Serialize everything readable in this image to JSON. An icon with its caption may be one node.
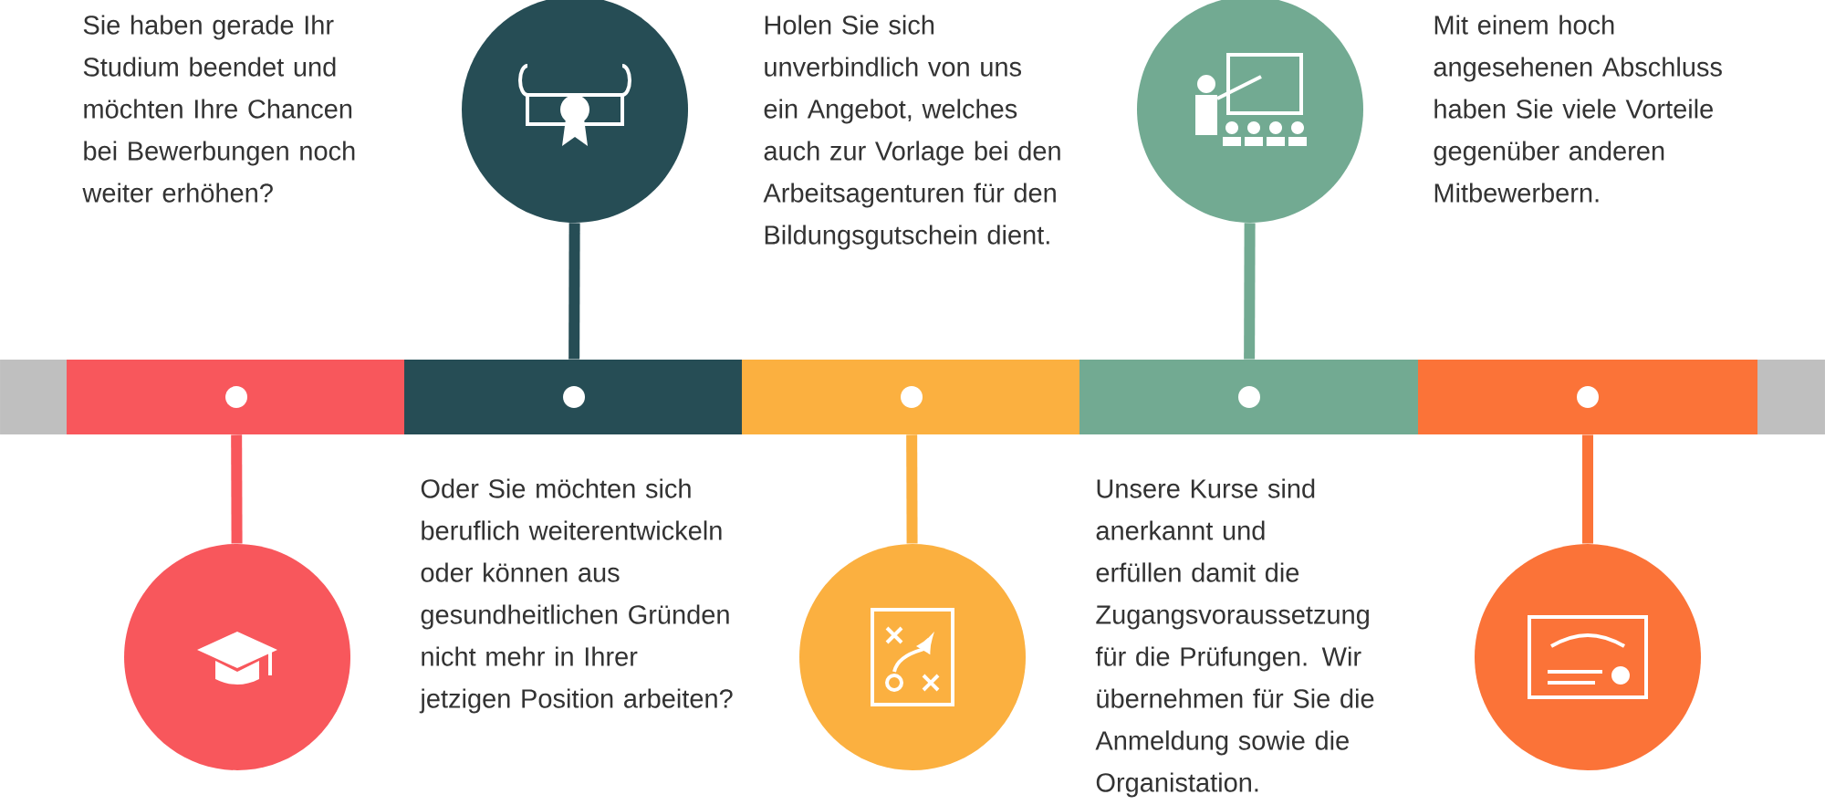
{
  "diagram": {
    "nodes": [
      {
        "text": [],
        "shape": "bar"
      },
      {
        "text": [],
        "shape": "bar"
      },
      {
        "text": [],
        "shape": "bar"
      },
      {
        "text": [],
        "shape": "bar"
      },
      {
        "text": [],
        "shape": "bar"
      },
      {
        "text": [],
        "shape": "circle"
      },
      {
        "text": [],
        "shape": "circle"
      },
      {
        "text": [],
        "shape": "circle"
      },
      {
        "text": [],
        "shape": "circle"
      },
      {
        "text": [],
        "shape": "circle"
      }
    ],
    "edges": [
      {
        "from": 0,
        "to": 5,
        "arrow": "none",
        "color": "#f8575c"
      },
      {
        "from": 1,
        "to": 6,
        "arrow": "none",
        "color": "#264d55"
      },
      {
        "from": 2,
        "to": 7,
        "arrow": "none",
        "color": "#fbb040"
      },
      {
        "from": 3,
        "to": 8,
        "arrow": "none",
        "color": "#72aa92"
      },
      {
        "from": 4,
        "to": 9,
        "arrow": "none",
        "color": "#fb7338"
      }
    ],
    "labels": [
      "Sie haben gerade Ihr Studium beendet und möchten Ihre Chancen bei Bewerbungen noch weiter erhöhen?",
      "Holen Sie sich unverbindlich von uns ein Angebot, welches auch zur Vorlage bei den Arbeitsagenturen für den Bildungsgutschein dient.",
      "Mit einem hoch angesehenen Abschluss haben Sie viele Vorteile gegenüber anderen Mitbewerbern.",
      "Oder Sie möchten sich beruflich weiterentwickeln oder können aus gesundheitlichen Gründen nicht mehr in Ihrer jetzigen Position arbeiten?",
      "Unsere Kurse sind anerkannt und erfüllen damit die Zugangsvoraussetzung für die Prüfungen. Wir übernehmen für Sie die Anmeldung sowie die Organistation."
    ]
  }
}
